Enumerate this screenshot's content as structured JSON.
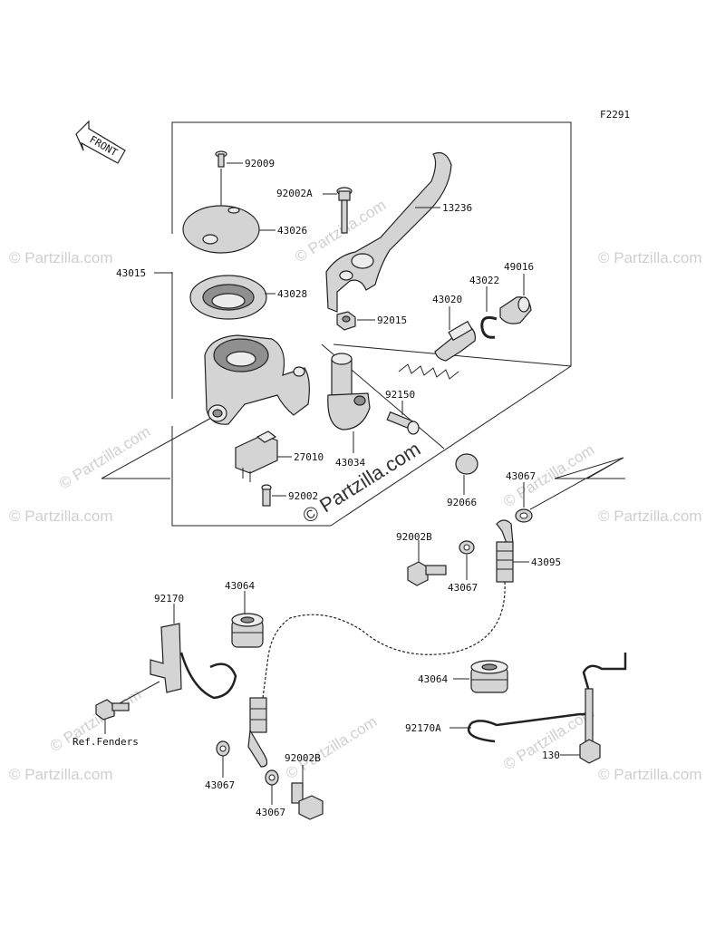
{
  "figure_code": "F2291",
  "watermark_main": "© Partzilla.com",
  "watermark_faint": "© Partzilla.com",
  "front_label": "FRONT",
  "ref_text": "Ref.Fenders",
  "parts": {
    "p92009": "92009",
    "p92002A": "92002A",
    "p13236": "13236",
    "p43026": "43026",
    "p43015": "43015",
    "p43028": "43028",
    "p49016": "49016",
    "p43022": "43022",
    "p43020": "43020",
    "p92015": "92015",
    "p92150": "92150",
    "p27010": "27010",
    "p43034": "43034",
    "p92066": "92066",
    "p92002": "92002",
    "p43067_a": "43067",
    "p92002B_a": "92002B",
    "p43095": "43095",
    "p43067_b": "43067",
    "p92170": "92170",
    "p43064_a": "43064",
    "p43064_b": "43064",
    "p92170A": "92170A",
    "p130": "130",
    "p43067_c": "43067",
    "p92002B_b": "92002B",
    "p43067_d": "43067"
  }
}
